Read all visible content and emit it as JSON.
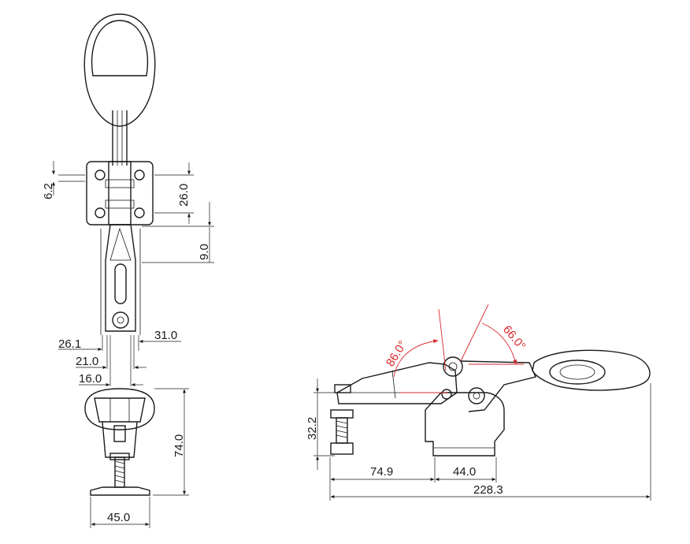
{
  "dimensions": {
    "top_view": {
      "d_6_2": "6.2",
      "d_26_0": "26.0",
      "d_9_0": "9.0",
      "d_26_1": "26.1",
      "d_31_0": "31.0",
      "d_21_0": "21.0",
      "d_16_0": "16.0"
    },
    "front_view": {
      "d_74_0": "74.0",
      "d_45_0": "45.0"
    },
    "side_view": {
      "d_32_2": "32.2",
      "d_74_9": "74.9",
      "d_44_0": "44.0",
      "d_228_3": "228.3",
      "angle_86": "86.0°",
      "angle_66": "66.0°"
    }
  },
  "colors": {
    "line": "#1a1a1a",
    "angle": "#d9262c"
  }
}
